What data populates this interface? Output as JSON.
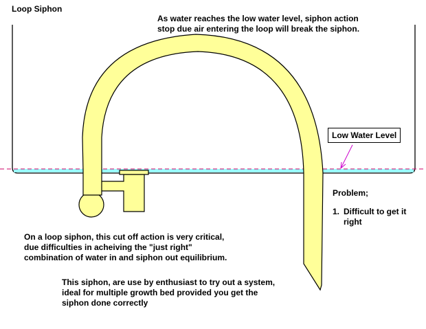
{
  "title": "Loop Siphon",
  "annotations": {
    "top_note": [
      "As water reaches the low water level, siphon action",
      "stop due air entering the loop will break the siphon."
    ],
    "low_water_label": "Low Water Level",
    "left_note": [
      "On a loop siphon, this cut off action is very critical,",
      "due difficulties in acheiving the \"just right\"",
      "combination of water in and siphon out equilibrium."
    ],
    "bottom_note": [
      "This siphon, are use by enthusiast to try out a system,",
      "ideal for multiple growth bed provided you get the",
      "siphon done correctly"
    ]
  },
  "problem": {
    "heading": "Problem;",
    "items": [
      {
        "number": "1.",
        "lines": [
          "Difficult to get it",
          "right"
        ]
      }
    ]
  },
  "colors": {
    "pipe_fill": "#ffff99",
    "pipe_stroke": "#000000",
    "water": "#99ffff",
    "level_line": "#cc0066",
    "arrow": "#cc00cc",
    "bed_outline": "#000000"
  }
}
